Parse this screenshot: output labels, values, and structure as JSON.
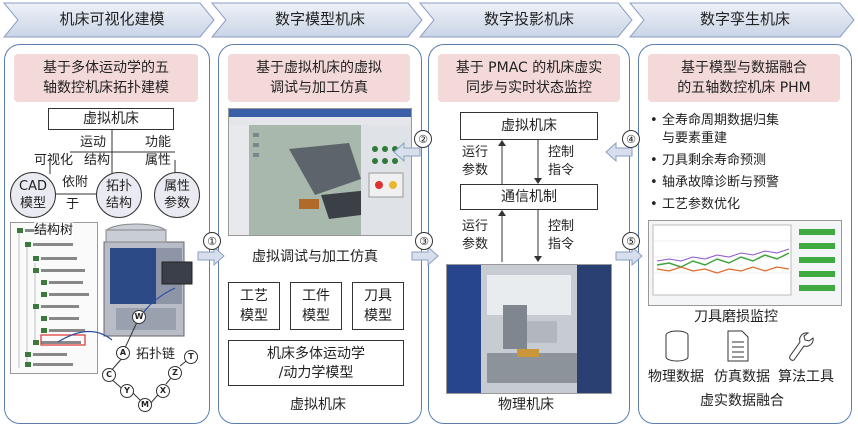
{
  "stages": [
    "机床可视化建模",
    "数字模型机床",
    "数字投影机床",
    "数字孪生机床"
  ],
  "panel1": {
    "heading": [
      "基于多体运动学的五",
      "轴数控机床拓扑建模"
    ],
    "virtual_machine": "虚拟机床",
    "labels": {
      "motion": "运动",
      "function": "功能",
      "visual": "可视化",
      "structure": "结构",
      "attribute": "属性",
      "depend": "依附",
      "yu": "于"
    },
    "cad": [
      "CAD",
      "模型"
    ],
    "topo": [
      "拓扑",
      "结构"
    ],
    "params": [
      "属性",
      "参数"
    ],
    "tree_label": "结构树",
    "chain_label": "拓扑链",
    "chain_nodes": [
      "W",
      "A",
      "C",
      "Y",
      "M",
      "X",
      "Z",
      "T"
    ]
  },
  "panel2": {
    "heading": [
      "基于虚拟机床的虚拟",
      "调试与加工仿真"
    ],
    "sim_label": "虚拟调试与加工仿真",
    "model_boxes": [
      [
        "工艺",
        "模型"
      ],
      [
        "工件",
        "模型"
      ],
      [
        "刀具",
        "模型"
      ]
    ],
    "kinematics": [
      "机床多体运动学",
      "/动力学模型"
    ],
    "footer": "虚拟机床"
  },
  "panel3": {
    "heading": [
      "基于 PMAC 的机床虚实",
      "同步与实时状态监控"
    ],
    "virtual_machine": "虚拟机床",
    "comm": "通信机制",
    "run_params": [
      "运行",
      "参数"
    ],
    "control_cmd": [
      "控制",
      "指令"
    ],
    "footer": "物理机床"
  },
  "panel4": {
    "heading": [
      "基于模型与数据融合",
      "的五轴数控机床 PHM"
    ],
    "bullets": [
      "全寿命周期数据归集",
      "与要素重建",
      "刀具剩余寿命预测",
      "轴承故障诊断与预警",
      "工艺参数优化"
    ],
    "monitor_label": "刀具磨损监控",
    "data_items": [
      "物理数据",
      "仿真数据",
      "算法工具"
    ],
    "footer": "虚实数据融合"
  },
  "markers": [
    "①",
    "②",
    "③",
    "④",
    "⑤"
  ]
}
